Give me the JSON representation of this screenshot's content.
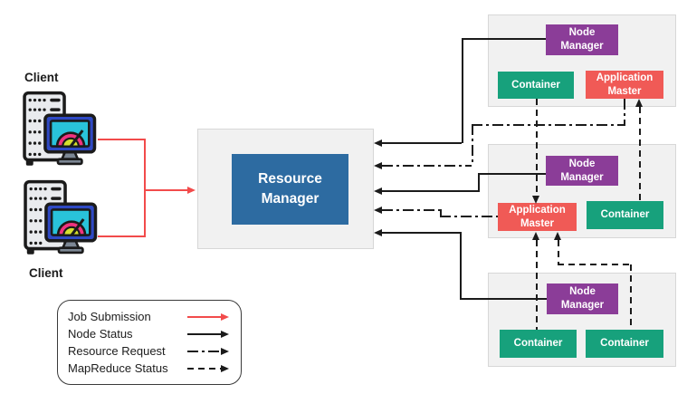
{
  "colors": {
    "node_manager": "#8B3D98",
    "container": "#17A17C",
    "app_master": "#F05A56",
    "resource_manager": "#2D6BA1",
    "node_bg": "#F1F1F1",
    "node_border": "#D7D7D7",
    "job_submission": "#F24B4B",
    "line": "#1B1B1B"
  },
  "clients": [
    {
      "label": "Client"
    },
    {
      "label": "Client"
    }
  ],
  "resource_manager": {
    "label": "Resource Manager"
  },
  "nodes": [
    {
      "node_manager": "Node Manager",
      "container": "Container",
      "application_master": "Application Master"
    },
    {
      "node_manager": "Node Manager",
      "application_master": "Application Master",
      "container": "Container"
    },
    {
      "node_manager": "Node Manager",
      "container_left": "Container",
      "container_right": "Container"
    }
  ],
  "legend": {
    "items": [
      {
        "label": "Job Submission",
        "style": "solid-red"
      },
      {
        "label": "Node Status",
        "style": "solid-black"
      },
      {
        "label": "Resource Request",
        "style": "dash-dot"
      },
      {
        "label": "MapReduce Status",
        "style": "dashed"
      }
    ]
  }
}
